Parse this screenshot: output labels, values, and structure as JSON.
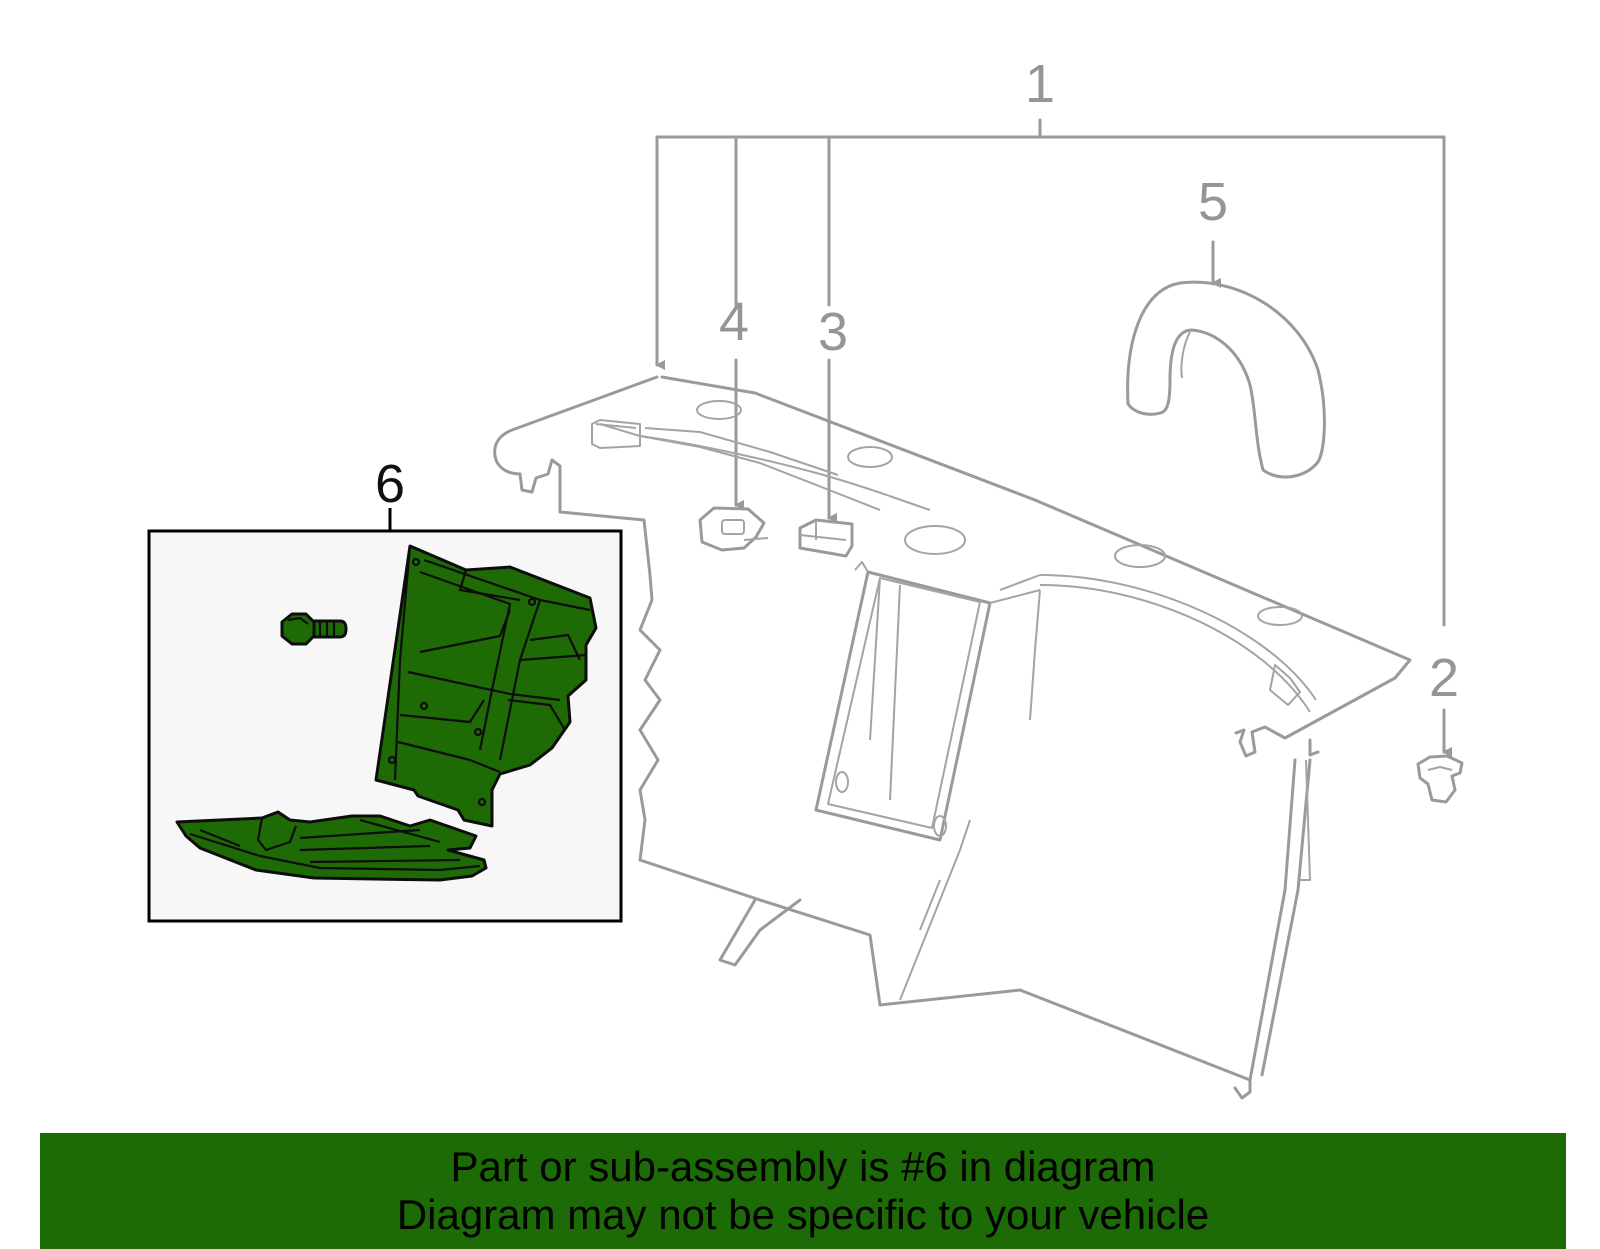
{
  "callouts": {
    "c1": "1",
    "c2": "2",
    "c3": "3",
    "c4": "4",
    "c5": "5",
    "c6": "6"
  },
  "highlight_part": 6,
  "colors": {
    "highlight": "#1e6b06",
    "banner": "#1d6b06",
    "linework": "#9a9a9a",
    "inset_background": "#f7f7f7"
  },
  "banner": {
    "line1": "Part or sub-assembly is #6 in diagram",
    "line2": "Diagram may not be specific to your vehicle"
  }
}
